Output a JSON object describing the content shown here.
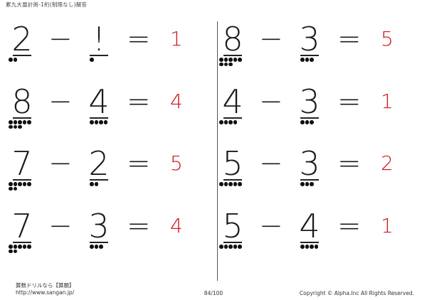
{
  "header": {
    "title": "累九大塁計術-1桁(制限なし)解答"
  },
  "problems": [
    {
      "a": "2",
      "op": "−",
      "b": "!",
      "eq": "=",
      "answer": "1",
      "a_dots": 2,
      "b_dots": 1
    },
    {
      "a": "8",
      "op": "−",
      "b": "4",
      "eq": "=",
      "answer": "4",
      "a_dots": 8,
      "b_dots": 4
    },
    {
      "a": "7",
      "op": "−",
      "b": "2",
      "eq": "=",
      "answer": "5",
      "a_dots": 7,
      "b_dots": 2
    },
    {
      "a": "7",
      "op": "−",
      "b": "3",
      "eq": "=",
      "answer": "4",
      "a_dots": 7,
      "b_dots": 3
    },
    {
      "a": "8",
      "op": "−",
      "b": "3",
      "eq": "=",
      "answer": "5",
      "a_dots": 8,
      "b_dots": 3
    },
    {
      "a": "4",
      "op": "−",
      "b": "3",
      "eq": "=",
      "answer": "1",
      "a_dots": 4,
      "b_dots": 3
    },
    {
      "a": "5",
      "op": "−",
      "b": "3",
      "eq": "=",
      "answer": "2",
      "a_dots": 5,
      "b_dots": 3
    },
    {
      "a": "5",
      "op": "−",
      "b": "4",
      "eq": "=",
      "answer": "1",
      "a_dots": 5,
      "b_dots": 4
    }
  ],
  "footer": {
    "brand": "算数ドリルなら【算願】",
    "url": "http://www.sangan.jp/",
    "page": "84/100",
    "copyright": "Copyright © Alpha.Inc All Rights Reserved."
  },
  "colors": {
    "answer": "#d0141c",
    "ink": "#1a1a1a"
  }
}
